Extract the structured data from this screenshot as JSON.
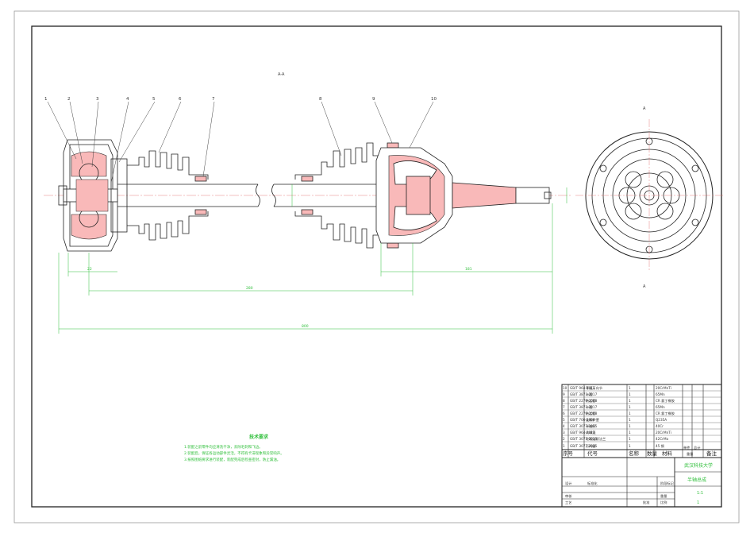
{
  "drawing": {
    "section_label": "A-A",
    "side_section_marks": [
      "A",
      "A"
    ],
    "balloons": [
      "1",
      "2",
      "3",
      "4",
      "5",
      "6",
      "7",
      "8",
      "9",
      "10"
    ],
    "dimensions": {
      "overall_length": "800",
      "mid_length": "280",
      "right_length": "181",
      "left_small": "22"
    },
    "tech_requirements": {
      "title": "技术要求",
      "lines": [
        "1.装配之前零件均应清洗干净，去除毛刺和飞边。",
        "2.装配后，保证各运动部件灵活，不得有卡滞现象和异常响声。",
        "3.按照图纸要求进行装配，装配完成后检查密封，防止漏油。"
      ]
    },
    "title_block": {
      "parts": [
        {
          "no": "10",
          "code": "GB/T 964-2011",
          "name": "等速万向节",
          "qty": "1",
          "material": "20CrMnTi"
        },
        {
          "no": "9",
          "code": "GB/T 3871-2017",
          "name": "卡箍",
          "qty": "1",
          "material": "65Mn"
        },
        {
          "no": "8",
          "code": "GB/T 2279-2008",
          "name": "防尘套",
          "qty": "1",
          "material": "CR 氯丁橡胶"
        },
        {
          "no": "7",
          "code": "GB/T 3871-2017",
          "name": "卡箍",
          "qty": "1",
          "material": "65Mn"
        },
        {
          "no": "6",
          "code": "GB/T 2279-2008",
          "name": "防尘套",
          "qty": "1",
          "material": "CR 氯丁橡胶"
        },
        {
          "no": "5",
          "code": "GB/T 700-2006",
          "name": "连接护罩",
          "qty": "1",
          "material": "Q235A"
        },
        {
          "no": "4",
          "code": "GB/T 3077-2015",
          "name": "半轴杆",
          "qty": "1",
          "material": "40Cr"
        },
        {
          "no": "3",
          "code": "GB/T 964-2011",
          "name": "内球笼",
          "qty": "1",
          "material": "20CrMnTi"
        },
        {
          "no": "2",
          "code": "GB/T 3077-2015",
          "name": "轮毂连接法兰",
          "qty": "1",
          "material": "42CrMo"
        },
        {
          "no": "1",
          "code": "GB/T 3077-2015",
          "name": "万向器",
          "qty": "1",
          "material": "45 钢"
        }
      ],
      "headers": {
        "no": "序号",
        "code": "代号",
        "name": "名称",
        "qty": "数量",
        "material": "材料",
        "unit_wt": "单件",
        "total_wt": "总计",
        "weight": "重量",
        "remark": "备注"
      },
      "school": "武汉科技大学",
      "drawing_name": "半轴总成",
      "scale": "1:1",
      "sheet": "1",
      "row_labels": {
        "design": "设计",
        "std": "标准化",
        "approve": "审核",
        "process": "工艺",
        "approve2": "批准",
        "stage": "阶段标记",
        "weight": "重量",
        "ratio": "比例"
      }
    }
  }
}
